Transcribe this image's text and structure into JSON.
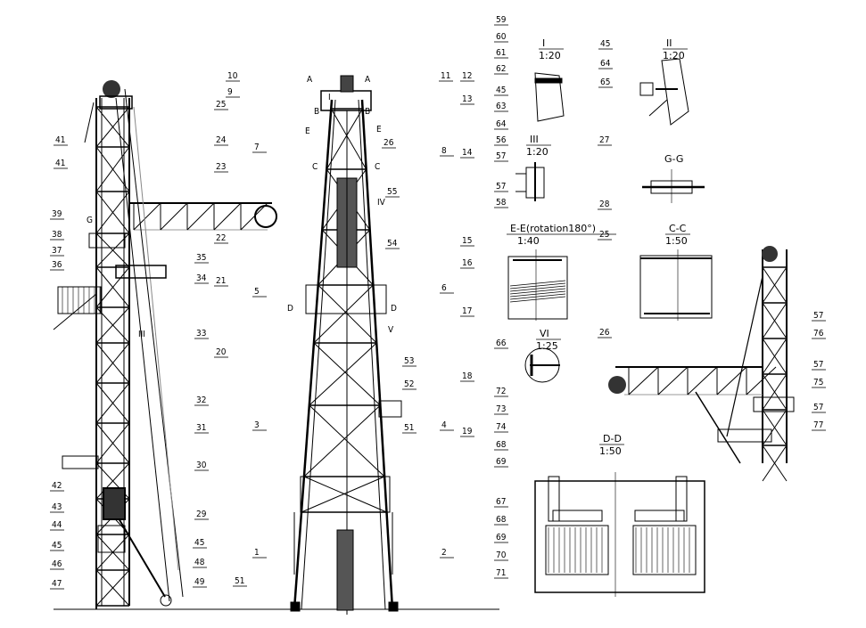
{
  "drawing": {
    "labels": [
      "41",
      "41",
      "39",
      "38",
      "37",
      "36",
      "35",
      "34",
      "III",
      "33",
      "32",
      "31",
      "30",
      "29",
      "42",
      "43",
      "44",
      "45",
      "46",
      "47",
      "45",
      "48",
      "49",
      "G",
      "10",
      "9",
      "25",
      "24",
      "7",
      "23",
      "22",
      "21",
      "5",
      "20",
      "3",
      "1",
      "51",
      "11",
      "12",
      "13",
      "26",
      "8",
      "14",
      "55",
      "54",
      "15",
      "16",
      "6",
      "17",
      "53",
      "52",
      "18",
      "51",
      "4",
      "19",
      "2",
      "A",
      "A",
      "B",
      "B",
      "E",
      "E",
      "C",
      "C",
      "D",
      "D",
      "IV",
      "V",
      "I",
      "59",
      "60",
      "61",
      "62",
      "45",
      "63",
      "64",
      "56",
      "57",
      "57",
      "58",
      "45",
      "64",
      "65",
      "27",
      "28",
      "25",
      "66",
      "26",
      "72",
      "73",
      "74",
      "68",
      "69",
      "57",
      "76",
      "57",
      "75",
      "57",
      "77",
      "67",
      "68",
      "69",
      "70",
      "71"
    ],
    "views": [
      {
        "title": "I",
        "scale": "1:20"
      },
      {
        "title": "II",
        "scale": "1:20"
      },
      {
        "title": "III",
        "scale": "1:20"
      },
      {
        "title": "G-G",
        "scale": ""
      },
      {
        "title": "E-E(rotation180°)",
        "scale": "1:40"
      },
      {
        "title": "C-C",
        "scale": "1:50"
      },
      {
        "title": "VI",
        "scale": "1:25"
      },
      {
        "title": "D-D",
        "scale": "1:50"
      }
    ]
  }
}
